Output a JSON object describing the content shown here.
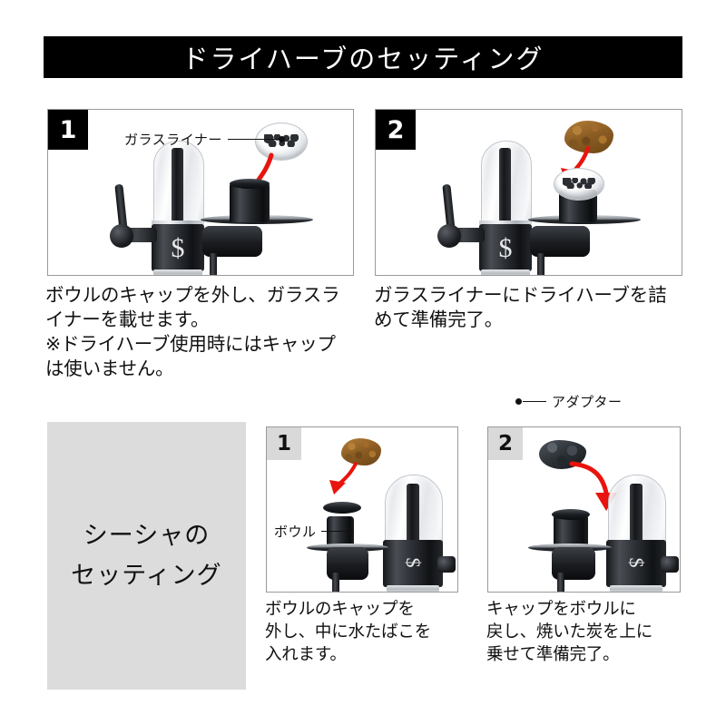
{
  "title": {
    "text": "ドライハーブのセッティング"
  },
  "dry_herb_section": {
    "panels": [
      {
        "badge": "1",
        "badge_style": "dark",
        "callouts": [
          {
            "label": "ガラスライナー",
            "icon": "leader-line-dot"
          }
        ],
        "parts": [
          "glass-liner",
          "vaporizer-device",
          "red-arrow"
        ],
        "caption": "ボウルのキャップを外し、ガラスライナーを載せます。\n※ドライハーブ使用時にはキャップは使いません。",
        "caption_lines": [
          "ボウルのキャップを外し、ガラスラ",
          "イナーを載せます。",
          "※ドライハーブ使用時にはキャップ",
          "は使いません。"
        ]
      },
      {
        "badge": "2",
        "badge_style": "dark",
        "callouts": [],
        "parts": [
          "dry-herb",
          "glass-liner",
          "vaporizer-device",
          "red-arrow"
        ],
        "caption": "ガラスライナーにドライハーブを詰めて準備完了。",
        "caption_lines": [
          "ガラスライナーにドライハーブを詰",
          "めて準備完了。"
        ]
      }
    ]
  },
  "shisha_section": {
    "heading_lines": [
      "シーシャの",
      "セッティング"
    ],
    "heading": "シーシャのセッティング",
    "floating_callout": {
      "label": "アダプター",
      "icon": "leader-line-dot"
    },
    "panels": [
      {
        "badge": "1",
        "badge_style": "light",
        "callouts": [
          {
            "label": "ボウル",
            "icon": "leader-line-dot"
          }
        ],
        "parts": [
          "shisha-tobacco",
          "bowl-cap",
          "bowl",
          "adapter",
          "device",
          "red-arrow"
        ],
        "caption": "ボウルのキャップを外し、中に水たばこを入れます。",
        "caption_lines": [
          "ボウルのキャップを",
          "外し、中に水たばこを",
          "入れます。"
        ]
      },
      {
        "badge": "2",
        "badge_style": "light",
        "callouts": [],
        "parts": [
          "charcoal",
          "bowl-with-cap",
          "adapter",
          "device",
          "red-arrow"
        ],
        "caption": "キャップをボウルに戻し、焼いた炭を上に乗せて準備完了。",
        "caption_lines": [
          "キャップをボウルに",
          "戻し、焼いた炭を上に",
          "乗せて準備完了。"
        ]
      }
    ]
  },
  "colors": {
    "banner_background": "#000000",
    "banner_text": "#ffffff",
    "badge_dark": "#000000",
    "badge_light": "#d9d9d9",
    "panel_border": "#9a9a9a",
    "gray_block": "#dcdcdc",
    "arrow_red": "#e8140d",
    "page_background": "#ffffff",
    "text": "#111111"
  },
  "brand_logo": "stundenglass-s-logo"
}
